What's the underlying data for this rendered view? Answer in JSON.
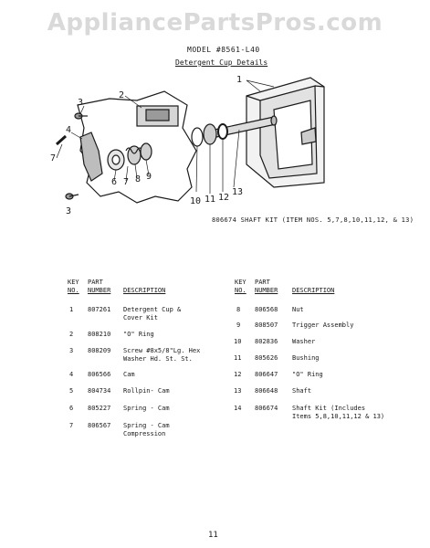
{
  "watermark": "AppliancePartsPros.com",
  "model": "MODEL #8561-L40",
  "subtitle": "Detergent Cup Details",
  "callouts": [
    "1",
    "2",
    "3",
    "4",
    "7",
    "6",
    "7",
    "8",
    "9",
    "3",
    "10",
    "11",
    "12",
    "13"
  ],
  "caption": "806674 SHAFT KIT (ITEM NOS. 5,7,8,10,11,12, & 13)",
  "headers": {
    "key_line1": "KEY",
    "key_line2": "NO.",
    "part_line1": "PART",
    "part_line2": "NUMBER",
    "desc": "DESCRIPTION"
  },
  "parts_left": [
    {
      "key": "1",
      "part": "807261",
      "desc": [
        "Detergent Cup &",
        "Cover Kit"
      ]
    },
    {
      "key": "2",
      "part": "808210",
      "desc": [
        "\"O\" Ring"
      ]
    },
    {
      "key": "3",
      "part": "808209",
      "desc": [
        "Screw #8x5/8\"Lg. Hex",
        "Washer Hd. St. St."
      ]
    },
    {
      "key": "4",
      "part": "806566",
      "desc": [
        "Cam"
      ]
    },
    {
      "key": "5",
      "part": "804734",
      "desc": [
        "Rollpin- Cam"
      ]
    },
    {
      "key": "6",
      "part": "805227",
      "desc": [
        "Spring - Cam"
      ]
    },
    {
      "key": "7",
      "part": "806567",
      "desc": [
        "Spring - Cam",
        "Compression"
      ]
    }
  ],
  "parts_right": [
    {
      "key": "8",
      "part": "806568",
      "desc": [
        "Nut"
      ]
    },
    {
      "key": "9",
      "part": "808507",
      "desc": [
        "Trigger Assembly"
      ]
    },
    {
      "key": "10",
      "part": "802836",
      "desc": [
        "Washer"
      ]
    },
    {
      "key": "11",
      "part": "805626",
      "desc": [
        "Bushing"
      ]
    },
    {
      "key": "12",
      "part": "806647",
      "desc": [
        "\"O\" Ring"
      ]
    },
    {
      "key": "13",
      "part": "806648",
      "desc": [
        "Shaft"
      ]
    },
    {
      "key": "14",
      "part": "806674",
      "desc": [
        "Shaft Kit (Includes",
        "Items 5,8,10,11,12 & 13)"
      ]
    }
  ],
  "page_number": "11"
}
